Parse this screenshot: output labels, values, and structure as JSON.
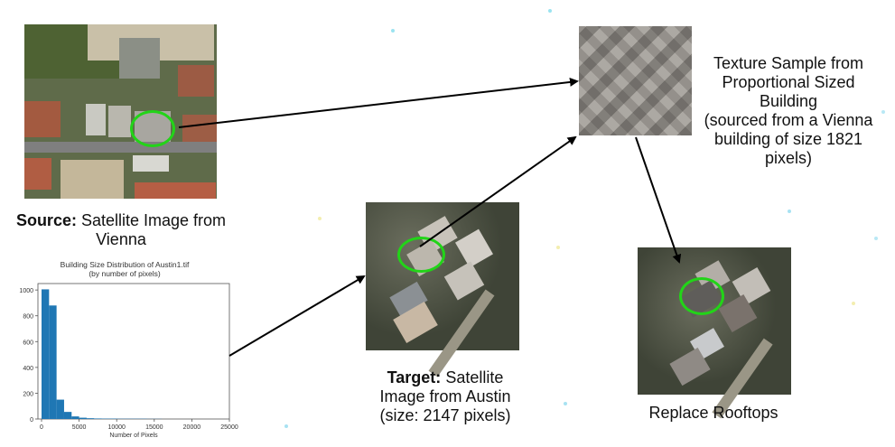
{
  "source": {
    "caption_bold": "Source:",
    "caption_rest": "Satellite Image from Vienna"
  },
  "target": {
    "caption_bold": "Target:",
    "caption_rest": "Satellite Image from Austin (size: 2147 pixels)"
  },
  "texture": {
    "caption_line1": "Texture Sample from",
    "caption_line2": "Proportional Sized",
    "caption_line3": "Building",
    "caption_line4": "(sourced from a Vienna",
    "caption_line5": "building of size 1821",
    "caption_line6": "pixels)"
  },
  "result": {
    "caption": "Replace Rooftops"
  },
  "colors": {
    "highlight_ring": "#22d418",
    "arrow": "#000000",
    "histogram_bar": "#1f77b4"
  },
  "chart_data": {
    "type": "bar",
    "title": "Building Size Distribution of Austin1.tif",
    "subtitle": "(by number of pixels)",
    "xlabel": "Number of Pixels",
    "ylabel": "",
    "xlim": [
      0,
      25000
    ],
    "ylim": [
      0,
      1050
    ],
    "xticks": [
      "0",
      "5000",
      "10000",
      "15000",
      "20000",
      "25000"
    ],
    "yticks": [
      "0",
      "200",
      "400",
      "600",
      "800",
      "1000"
    ],
    "bins": [
      {
        "x0": 0,
        "x1": 1000,
        "value": 1005
      },
      {
        "x0": 1000,
        "x1": 2000,
        "value": 880
      },
      {
        "x0": 2000,
        "x1": 3000,
        "value": 150
      },
      {
        "x0": 3000,
        "x1": 4000,
        "value": 55
      },
      {
        "x0": 4000,
        "x1": 5000,
        "value": 20
      },
      {
        "x0": 5000,
        "x1": 6000,
        "value": 10
      },
      {
        "x0": 6000,
        "x1": 7000,
        "value": 6
      },
      {
        "x0": 7000,
        "x1": 8000,
        "value": 4
      },
      {
        "x0": 8000,
        "x1": 9000,
        "value": 3
      },
      {
        "x0": 9000,
        "x1": 10000,
        "value": 3
      },
      {
        "x0": 10000,
        "x1": 11000,
        "value": 2
      },
      {
        "x0": 11000,
        "x1": 12000,
        "value": 2
      },
      {
        "x0": 12000,
        "x1": 13000,
        "value": 2
      },
      {
        "x0": 13000,
        "x1": 14000,
        "value": 2
      },
      {
        "x0": 14000,
        "x1": 15000,
        "value": 1
      },
      {
        "x0": 15000,
        "x1": 16000,
        "value": 1
      }
    ]
  }
}
